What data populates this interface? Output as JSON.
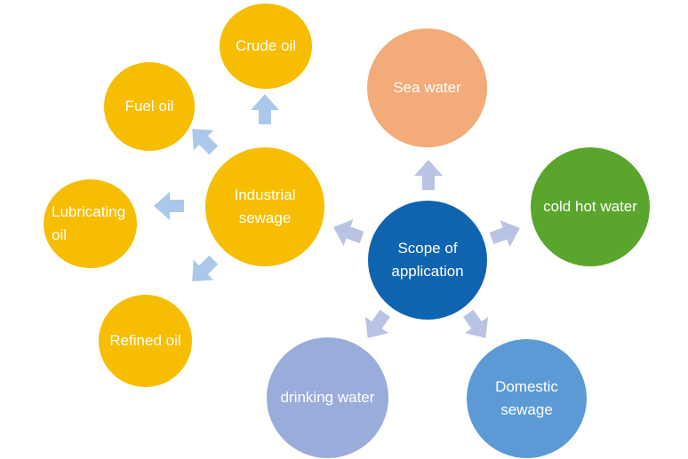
{
  "colors": {
    "oil": "#f7bd00",
    "center": "#0f64b0",
    "sea_water": "#f2ab79",
    "cold_hot_water": "#5aa52c",
    "domestic_sewage": "#5b9ad4",
    "drinking_water": "#9aacda",
    "arrow_blue": "#a9c8ea",
    "arrow_lavender": "#b9c3e4"
  },
  "center": {
    "label": "Scope of\napplication"
  },
  "applications": {
    "sea_water": "Sea water",
    "cold_hot_water": "cold hot water",
    "domestic_sewage": "Domestic\nsewage",
    "drinking_water": "drinking water",
    "industrial_sewage": "Industrial\nsewage"
  },
  "oils": {
    "crude_oil": "Crude oil",
    "fuel_oil": "Fuel oil",
    "lubricating_oil": "Lubricating\noil",
    "refined_oil": "Refined oil"
  }
}
